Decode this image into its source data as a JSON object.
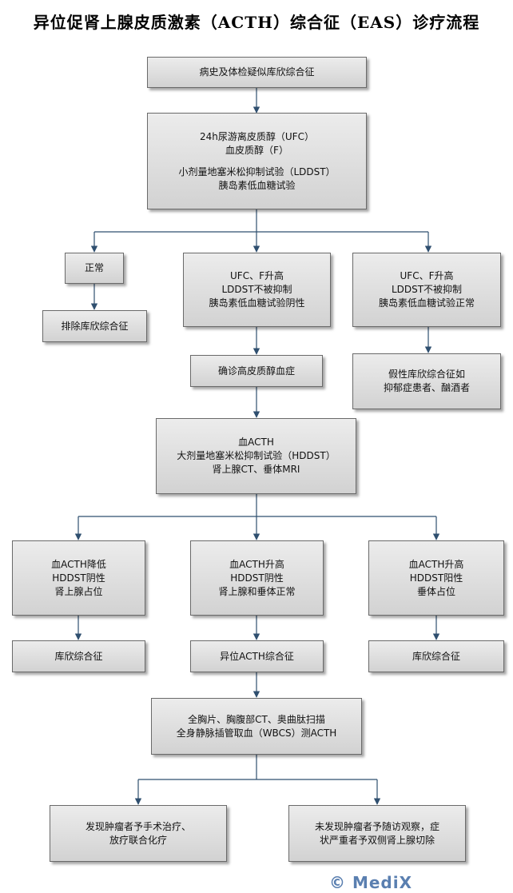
{
  "title": "异位促肾上腺皮质激素（ACTH）综合征（EAS）诊疗流程",
  "nodes": {
    "n1": [
      "病史及体检疑似库欣综合征"
    ],
    "n2": [
      "24h尿游离皮质醇（UFC）",
      "血皮质醇（F）",
      "",
      "小剂量地塞米松抑制试验（LDDST）",
      "胰岛素低血糖试验"
    ],
    "n3": [
      "正常"
    ],
    "n4": [
      "UFC、F升高",
      "LDDST不被抑制",
      "胰岛素低血糖试验阴性"
    ],
    "n5": [
      "UFC、F升高",
      "LDDST不被抑制",
      "胰岛素低血糖试验正常"
    ],
    "n6": [
      "排除库欣综合征"
    ],
    "n7": [
      "确诊高皮质醇血症"
    ],
    "n8": [
      "假性库欣综合征如",
      "抑郁症患者、酗酒者"
    ],
    "n9": [
      "血ACTH",
      "大剂量地塞米松抑制试验（HDDST）",
      "肾上腺CT、垂体MRI"
    ],
    "n10": [
      "血ACTH降低",
      "HDDST阴性",
      "肾上腺占位"
    ],
    "n11": [
      "血ACTH升高",
      "HDDST阴性",
      "肾上腺和垂体正常"
    ],
    "n12": [
      "血ACTH升高",
      "HDDST阳性",
      "垂体占位"
    ],
    "n13": [
      "库欣综合征"
    ],
    "n14": [
      "异位ACTH综合征"
    ],
    "n15": [
      "库欣综合征"
    ],
    "n16": [
      "全胸片、胸腹部CT、奥曲肽扫描",
      "全身静脉插管取血（WBCS）测ACTH"
    ],
    "n17": [
      "发现肿瘤者予手术治疗、",
      "放疗联合化疗"
    ],
    "n18": [
      "未发现肿瘤者予随访观察，症",
      "状严重者予双侧肾上腺切除"
    ]
  },
  "watermark": "© MediX",
  "colors": {
    "box_fill_top": "#ececec",
    "box_fill_bottom": "#d2d2d2",
    "box_border": "#6a6a6a",
    "connector": "#2f4f6f",
    "watermark": "#5a7fb0"
  }
}
